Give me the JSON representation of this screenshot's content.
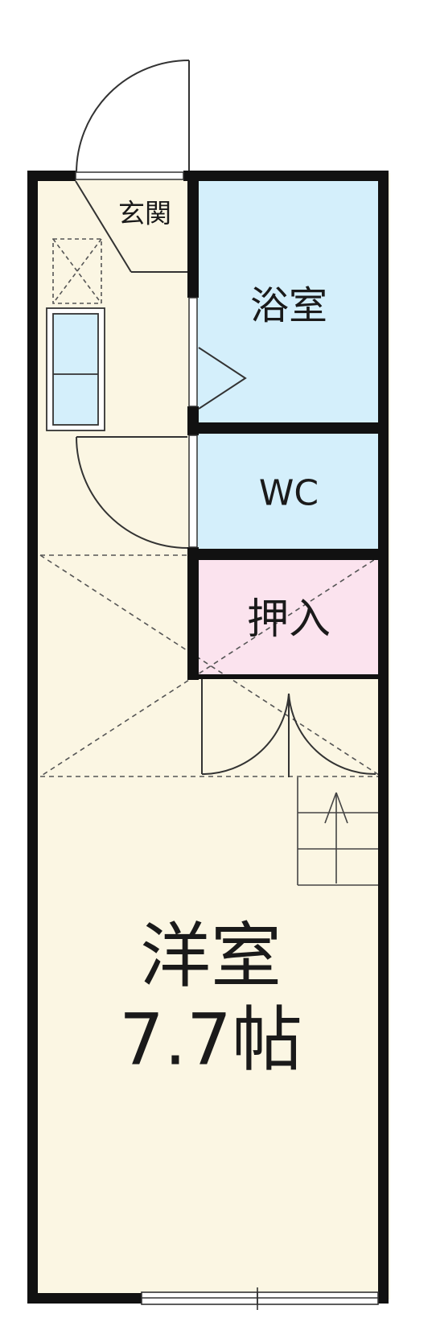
{
  "rooms": {
    "genkan": {
      "label": "玄関"
    },
    "bath": {
      "label": "浴室"
    },
    "wc": {
      "label": "WC"
    },
    "closet": {
      "label": "押入"
    },
    "western": {
      "label": "洋室",
      "size": "7.7帖"
    }
  },
  "colors": {
    "floor": "#fbf6e3",
    "wet_area": "#d4effb",
    "closet": "#fbe3ee",
    "wall": "#111111",
    "line": "#333333",
    "dash": "#555555"
  },
  "icons": {
    "sink": "sink-icon",
    "stove": "kitchen-counter-icon",
    "stairs": "stairs-icon"
  }
}
